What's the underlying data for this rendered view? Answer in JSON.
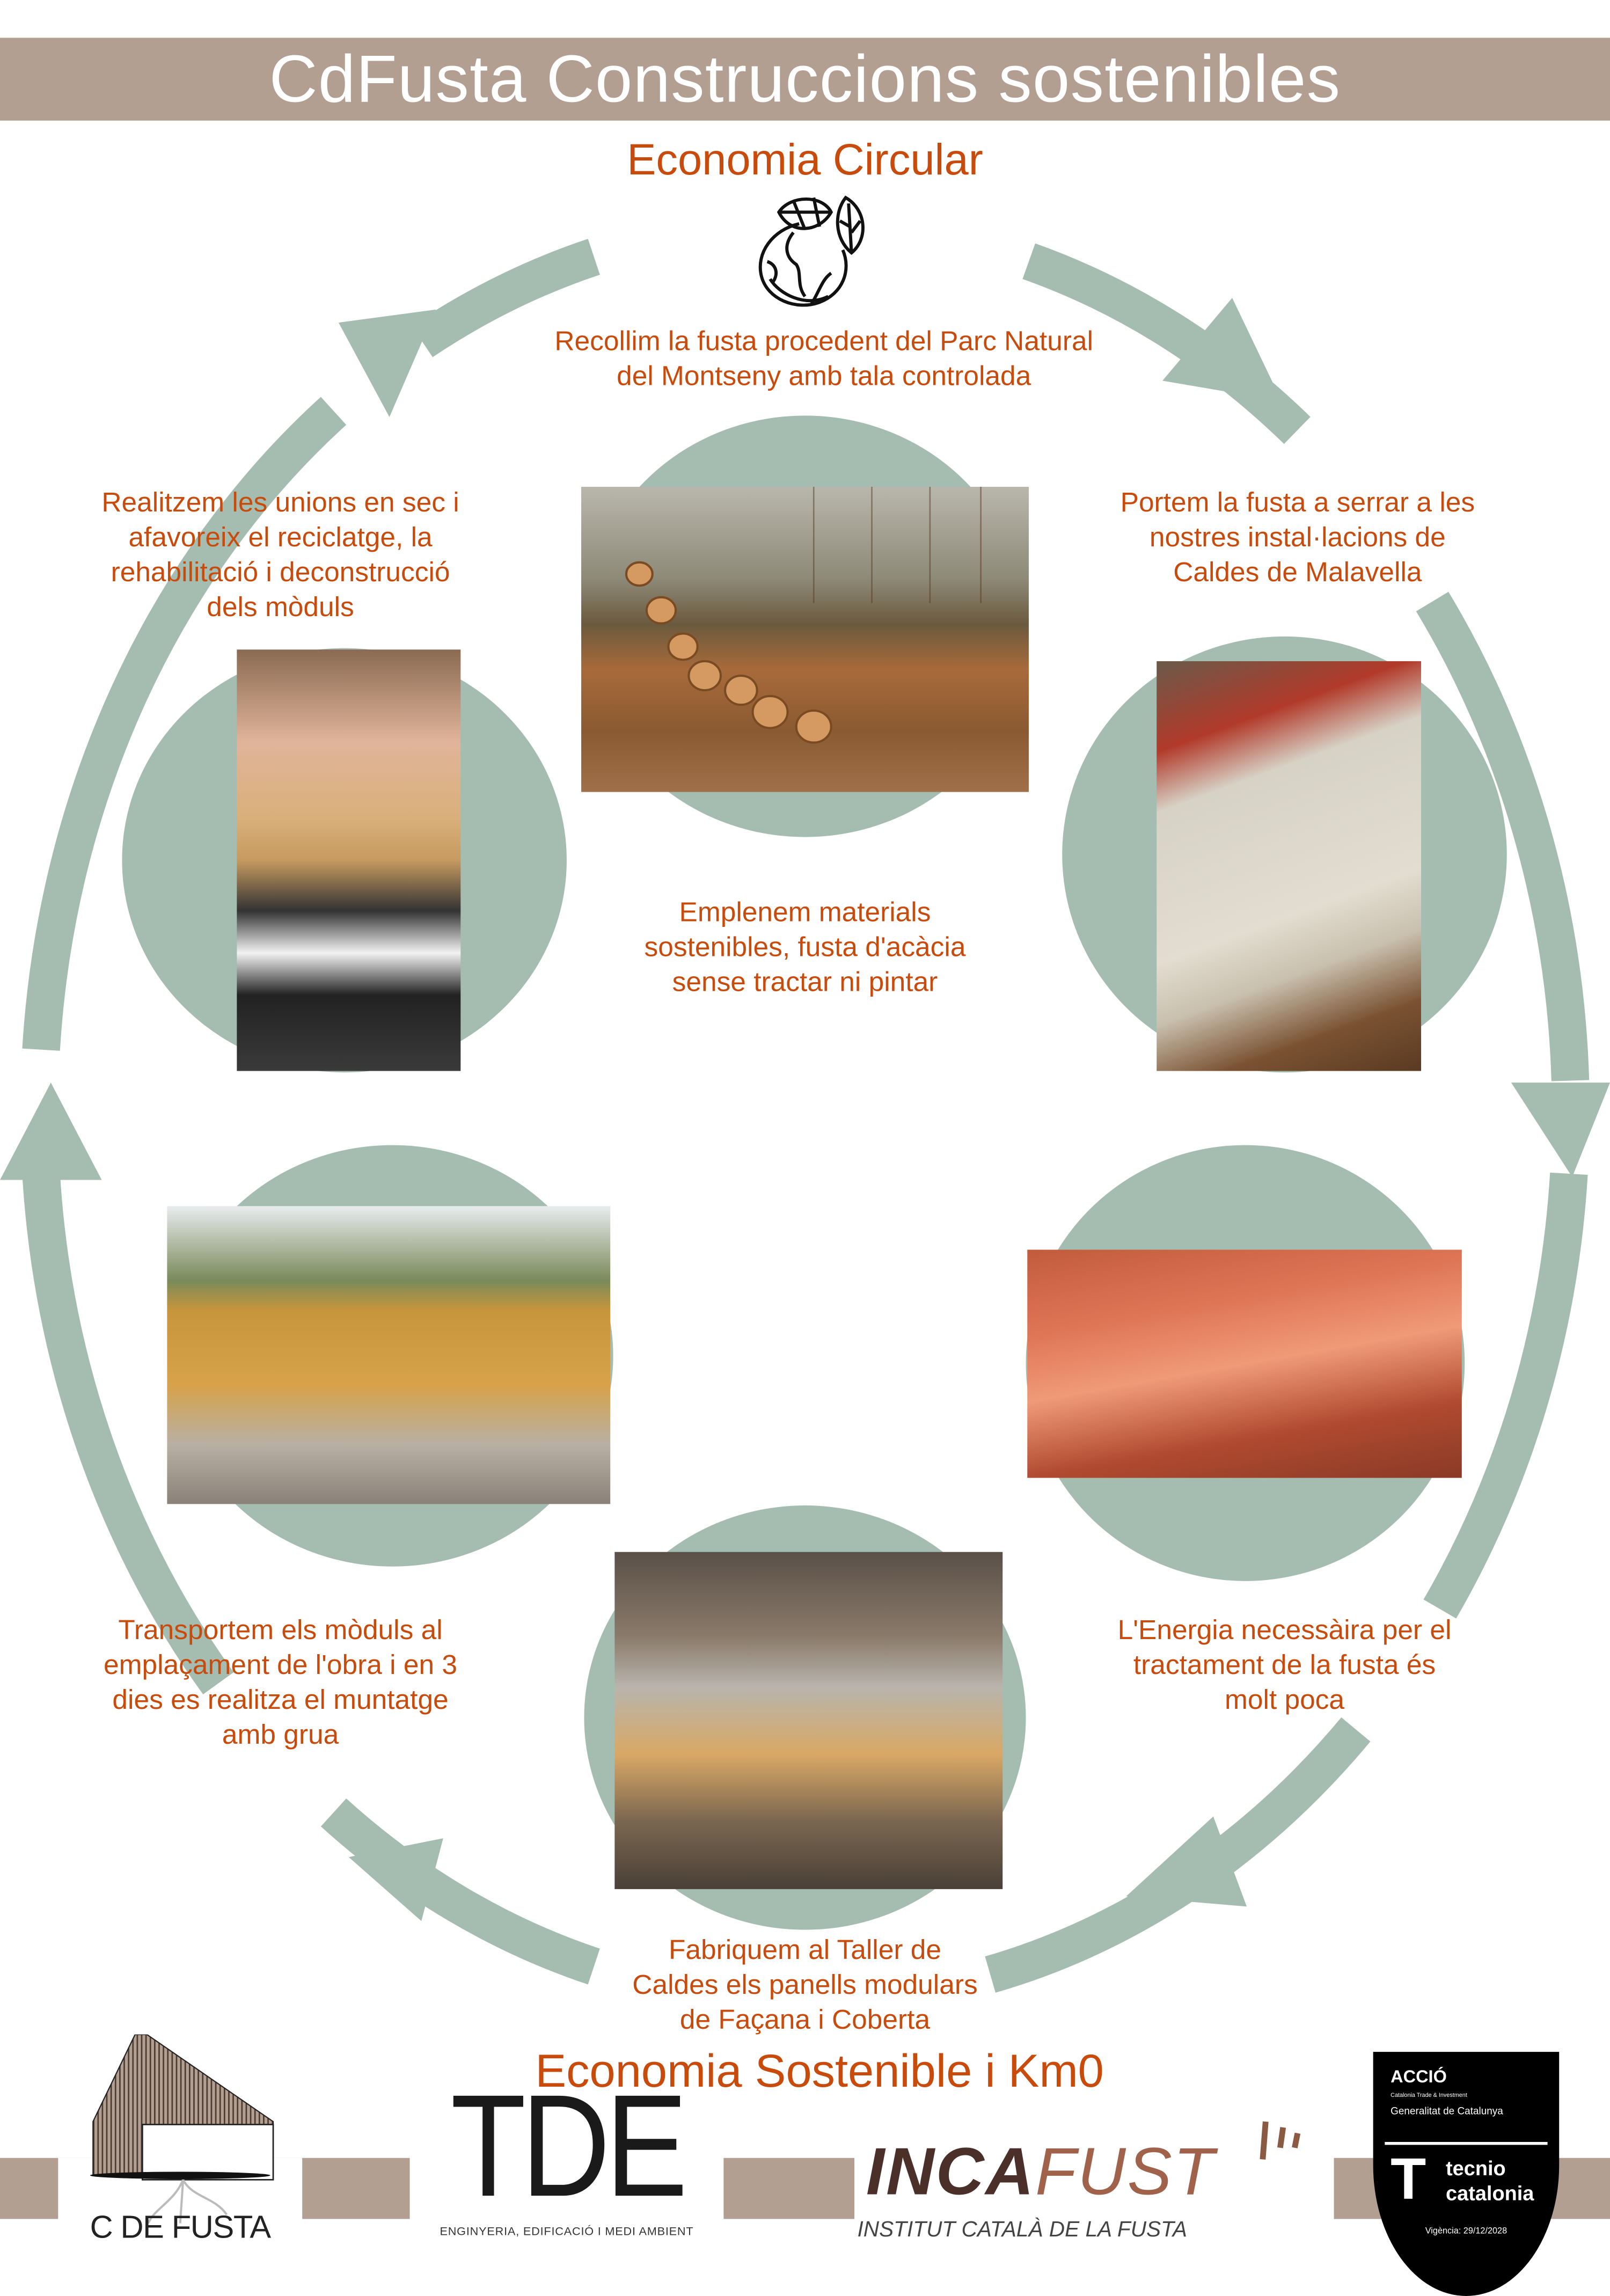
{
  "header": {
    "title": "CdFusta  Construccions sostenibles"
  },
  "top_heading": "Economia Circular",
  "bottom_heading": "Economia Sostenible i Km0",
  "steps": [
    {
      "lines": [
        "Recollim la fusta procedent del Parc Natural",
        "del Montseny amb tala controlada"
      ]
    },
    {
      "lines": [
        "Portem la fusta a serrar a les",
        "nostres instal·lacions de",
        "Caldes de Malavella"
      ]
    },
    {
      "lines": [
        "L'Energia necessàira per el",
        "tractament de la fusta és",
        "molt poca"
      ]
    },
    {
      "lines": [
        "Fabriquem al Taller de",
        "Caldes els panells modulars",
        "de Façana i Coberta"
      ]
    },
    {
      "lines": [
        "Transportem els mòduls al",
        "emplaçament de l'obra i en 3",
        "dies es realitza el muntatge",
        "amb grua"
      ]
    },
    {
      "lines": [
        "Realitzem les unions en sec i",
        "afavoreix el reciclatge, la",
        "rehabilitació i deconstrucció",
        "dels mòduls"
      ]
    },
    {
      "lines": [
        "Emplenem materials",
        "sostenibles, fusta d'acàcia",
        "sense tractar ni pintar"
      ]
    }
  ],
  "logos": {
    "cdefusta": "C DE FUSTA",
    "tde": "TDE",
    "tde_sub": "ENGINYERIA, EDIFICACIÓ I MEDI AMBIENT",
    "incafust_a": "INCA",
    "incafust_b": "FUST",
    "incafust_sub": "INSTITUT CATALÀ DE LA FUSTA",
    "accio": "ACCIÓ",
    "accio_sub": "Catalonia Trade & Investment",
    "generalitat": "Generalitat de Catalunya",
    "tecnio_1": "tecnio",
    "tecnio_2": "catalonia",
    "vigencia": "Vigència: 29/12/2028"
  },
  "colors": {
    "accent": "#c94b0c",
    "band": "#b39f91",
    "sage": "#a5bdb0"
  },
  "icons": {
    "top": "globe-leaves-icon"
  }
}
